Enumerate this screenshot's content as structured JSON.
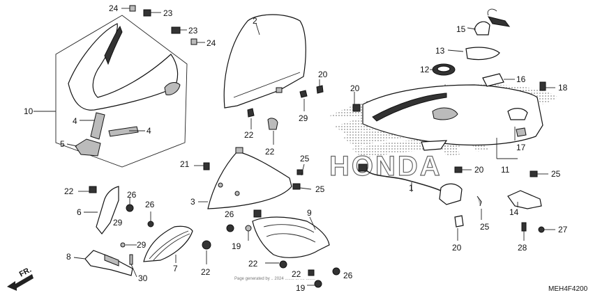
{
  "diagram": {
    "part_numbers": {
      "p1": "1",
      "p2": "2",
      "p3": "3",
      "p4a": "4",
      "p4b": "4",
      "p5": "5",
      "p6": "6",
      "p7": "7",
      "p8": "8",
      "p9": "9",
      "p10": "10",
      "p11": "11",
      "p12": "12",
      "p13": "13",
      "p14": "14",
      "p15": "15",
      "p16": "16",
      "p17": "17",
      "p18": "18",
      "p19a": "19",
      "p19b": "19",
      "p20a": "20",
      "p20b": "20",
      "p20c": "20",
      "p20d": "20",
      "p21": "21",
      "p22a": "22",
      "p22b": "22",
      "p22c": "22",
      "p22d": "22",
      "p22e": "22",
      "p22f": "22",
      "p23a": "23",
      "p23b": "23",
      "p24a": "24",
      "p24b": "24",
      "p25a": "25",
      "p25b": "25",
      "p25c": "25",
      "p25d": "25",
      "p26a": "26",
      "p26b": "26",
      "p26c": "26",
      "p26d": "26",
      "p27": "27",
      "p28": "28",
      "p29a": "29",
      "p29b": "29",
      "p29c": "29",
      "p30": "30"
    },
    "diagram_code": "MEH4F4200",
    "direction_label": "FR.",
    "watermark_text": "HONDA",
    "footer_note": "Page generated by .. 2024 ........ ... .... ........"
  }
}
